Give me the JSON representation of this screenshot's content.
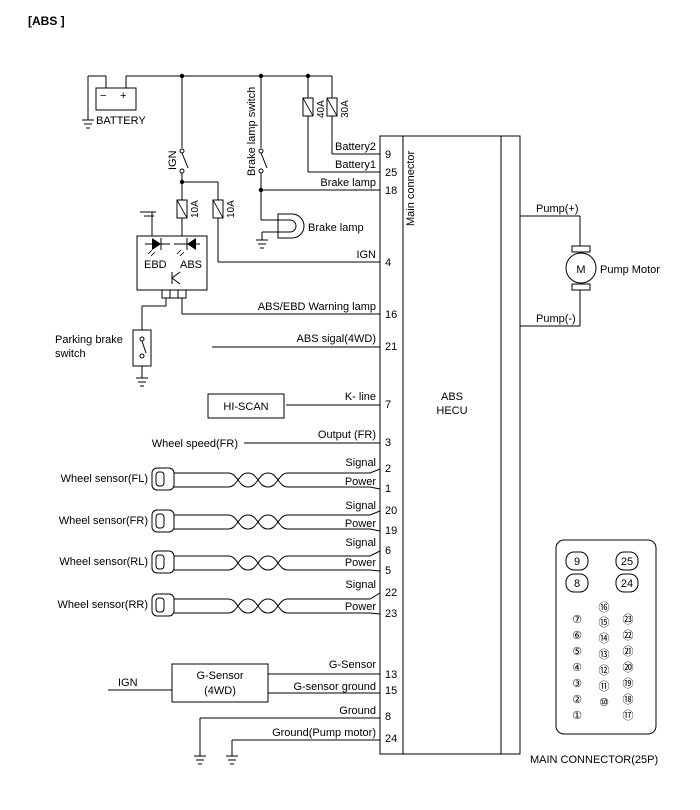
{
  "title": "[ABS ]",
  "battery": {
    "label": "BATTERY",
    "minus": "−",
    "plus": "+"
  },
  "ign_switch_label": "IGN",
  "brake_lamp_switch_label": "Brake lamp switch",
  "fuse_40a": "40A",
  "fuse_30a": "30A",
  "fuse_10a_1": "10A",
  "fuse_10a_2": "10A",
  "brake_lamp_label": "Brake lamp",
  "warning_lamps": {
    "ebd": "EBD",
    "abs": "ABS"
  },
  "parking_brake_label": [
    "Parking brake",
    "switch"
  ],
  "hiscan_label": "HI-SCAN",
  "wheel_speed_label": "Wheel speed(FR)",
  "gsensor_box": [
    "G-Sensor",
    "(4WD)"
  ],
  "ign_left_label": "IGN",
  "main_connector_vertical": "Main connector",
  "hecu_label": [
    "ABS",
    "HECU"
  ],
  "pump_plus": "Pump(+)",
  "pump_minus": "Pump(-)",
  "motor_symbol": "M",
  "pump_motor_label": "Pump Motor",
  "connector_caption": "MAIN CONNECTOR(25P)",
  "pins": [
    {
      "label": "Battery2",
      "pin": "9"
    },
    {
      "label": "Battery1",
      "pin": "25"
    },
    {
      "label": "Brake lamp",
      "pin": "18"
    },
    {
      "label": "IGN",
      "pin": "4"
    },
    {
      "label": "ABS/EBD Warning lamp",
      "pin": "16"
    },
    {
      "label": "ABS sigal(4WD)",
      "pin": "21"
    },
    {
      "label": "K- line",
      "pin": "7"
    },
    {
      "label": "Output (FR)",
      "pin": "3"
    },
    {
      "label": "Signal",
      "pin": "2"
    },
    {
      "label": "Power",
      "pin": "1"
    },
    {
      "label": "Signal",
      "pin": "20"
    },
    {
      "label": "Power",
      "pin": "19"
    },
    {
      "label": "Signal",
      "pin": "6"
    },
    {
      "label": "Power",
      "pin": "5"
    },
    {
      "label": "Signal",
      "pin": "22"
    },
    {
      "label": "Power",
      "pin": "23"
    },
    {
      "label": "G-Sensor",
      "pin": "13"
    },
    {
      "label": "G-sensor ground",
      "pin": "15"
    },
    {
      "label": "Ground",
      "pin": "8"
    },
    {
      "label": "Ground(Pump motor)",
      "pin": "24"
    }
  ],
  "wheel_sensors": [
    "Wheel sensor(FL)",
    "Wheel sensor(FR)",
    "Wheel sensor(RL)",
    "Wheel sensor(RR)"
  ],
  "connector_pins": {
    "big": [
      "9",
      "25",
      "8",
      "24"
    ],
    "left_col": [
      "⑦",
      "⑥",
      "⑤",
      "④",
      "③",
      "②",
      "①"
    ],
    "mid_col": [
      "⑯",
      "⑮",
      "⑭",
      "⑬",
      "⑫",
      "⑪",
      "⑩"
    ],
    "right_col": [
      "㉓",
      "㉒",
      "㉑",
      "⑳",
      "⑲",
      "⑱",
      "⑰"
    ]
  }
}
